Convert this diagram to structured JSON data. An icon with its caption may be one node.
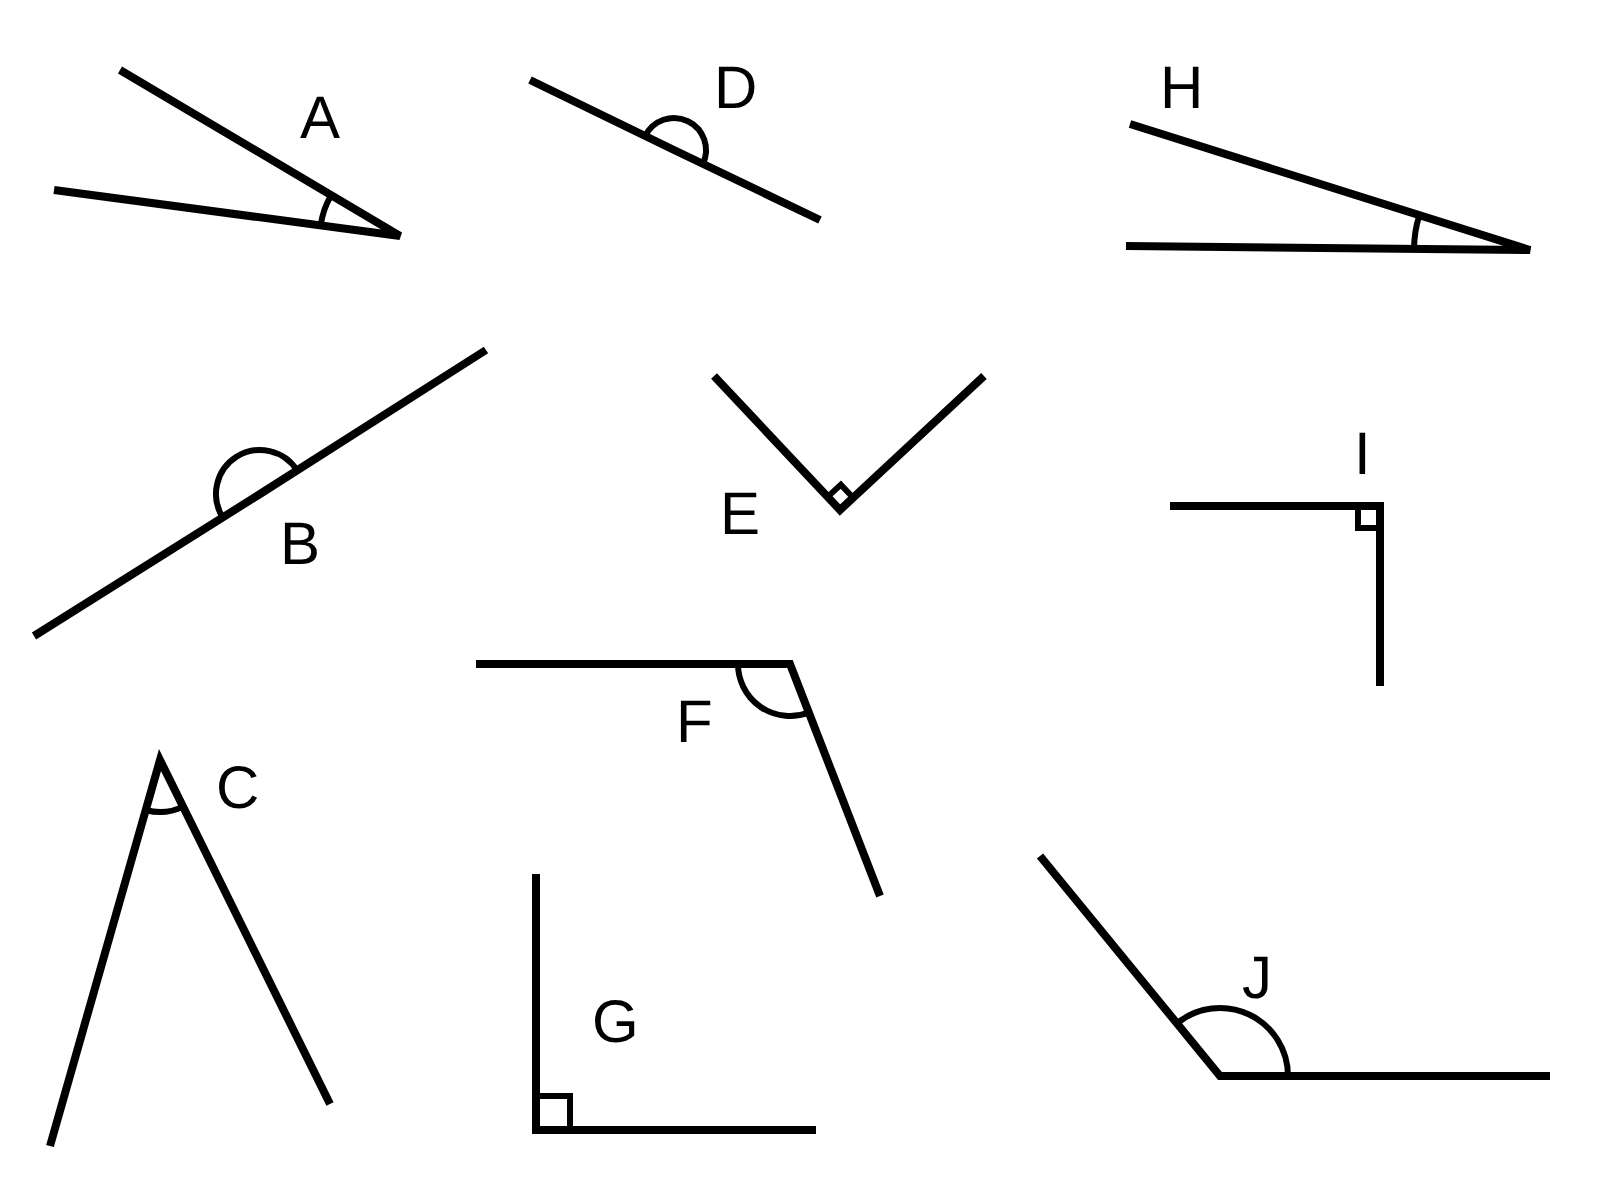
{
  "diagram": {
    "labels": [
      "A",
      "D",
      "H",
      "B",
      "E",
      "I",
      "C",
      "F",
      "G",
      "J"
    ]
  }
}
